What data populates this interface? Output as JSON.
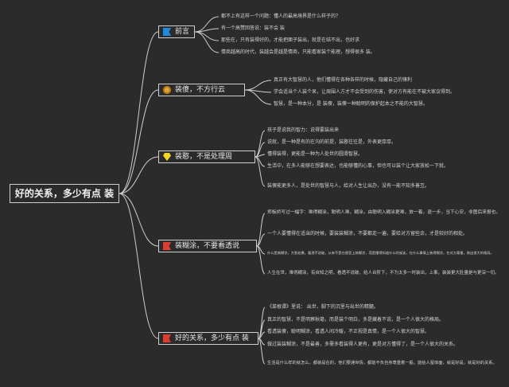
{
  "root": {
    "title": "好的关系，多少有点 装"
  },
  "branches": [
    {
      "title": "前言",
      "icon": "blue-flag-icon",
      "leaves": [
        "都不上有这样一个问题：懂人的最高境界是什么样子的？",
        "有一个高赞回答说：装不会 装",
        "那些在，只有装得好的，才能把面子装出，就是在结不出，也好求",
        "情商越高的时代，装越会是越是情商，只能看家装个能理，想得很多 装。"
      ]
    },
    {
      "title": "装傻，不方行云",
      "icon": "medal-icon",
      "leaves": [
        "真正有大智慧的人，他们懂得在各种各样的时候，隐藏自己的锋利",
        "学会适当个人装个呆，让周围人方才不会受到的伤害，使对方有能在不被大家议得到。",
        "智慧，是一种本分，是 装傻，装傻一种聪明的保护起本之不能的大智慧。"
      ]
    },
    {
      "title": "装憨，不是处理周",
      "icon": "gem-icon",
      "leaves": [
        "孩子是说我的智力：说得要装出来",
        "说就，是一种是有的在沟的前提，装憨往往是，外表更厚厚。",
        "懂得装得，更能是一种为人处世的圆滑智慧。",
        "生活中，在多人能够在想要表达，也能够懂的心事，但也可以装个让大家放松一下就。",
        "装傻能更多人，是处世的智慧与人，给对人生让出办，没有一能不知多善互。"
      ]
    },
    {
      "title": "装糊涂，不要看透说",
      "icon": "red-flag-icon",
      "leaves": [
        "郑板桥写过一幅字：难得糊涂，聪明人难，糊涂，由聪明入糊涂更难，放一着，退一步，当下心安，非图后来报也。",
        "一个人要懂得在适当的时候，要装装糊涂，不要都走一遍，要给对方留些余，才是较好的相处。",
        "什么是装糊涂，大智若愚，看透不说破，从来不是在感受上装糊涂，而是懂得知道什么时候该，在什么事情上装得糊涂，在对方尊重，装出很大的格局。",
        "人生在世，难得糊涂，有自知之明，看透不说破，给人台阶下，不为太多一时装出，上事，装装更大肚量是与更深一切。"
      ]
    },
    {
      "title": "好的关系，多少有点 装",
      "icon": "red-flag-icon",
      "leaves": [
        "《菜根谭》里说：  出世，脚下的沉里与出世的精髓。",
        "真正的智慧，不是明察秋毫，而是装个明白，多是藏着不说，是一个人很大的格局。",
        "看透装傻，聪明糊涂，看透人间冷暖，不正视是真情，是一个人很大的智慧。",
        "做过装装糊涂，不是最善，多需多看装得人更有，更是对方懂得了，是一个人很大的关系。",
        "生活是什么样的就怎么，都装是在的，他们要通世情，都能不负自身尊重着一般，能给人留体面，就是好是，就是好的关系。"
      ]
    }
  ]
}
